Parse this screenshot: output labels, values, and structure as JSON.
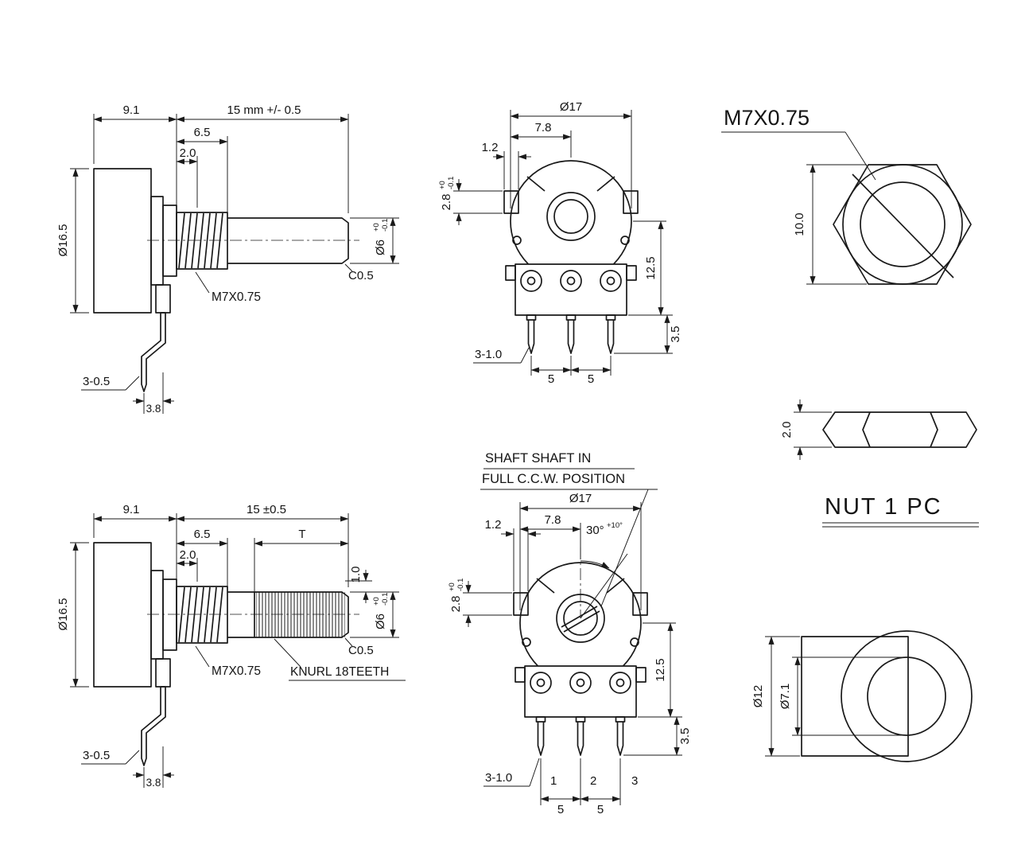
{
  "drawing": {
    "background": "#ffffff",
    "line_color": "#1a1a1a"
  },
  "views": {
    "sidePlain": {
      "d91": "9.1",
      "d15": "15 mm +/- 0.5",
      "d65": "6.5",
      "d20": "2.0",
      "dia165": "Ø16.5",
      "thread": "M7X0.75",
      "c05": "C0.5",
      "dia6": "Ø6",
      "tolPlus": "+0",
      "tolMinus": "-0.1",
      "d305": "3-0.5",
      "d38": "3.8"
    },
    "frontTop": {
      "dia17": "Ø17",
      "d78": "7.8",
      "d12": "1.2",
      "d28": "2.8",
      "tolPlus": "+0",
      "tolMinus": "-0.1",
      "d125": "12.5",
      "d35": "3.5",
      "d310": "3-1.0",
      "d5a": "5",
      "d5b": "5"
    },
    "nutHex": {
      "thread": "M7X0.75",
      "d100": "10.0"
    },
    "nutSide": {
      "d20": "2.0",
      "label": "NUT  1  PC"
    },
    "sideKnurl": {
      "d91": "9.1",
      "d15": "15 ±0.5",
      "d65": "6.5",
      "d20": "2.0",
      "dT": "T",
      "d10": "1.0",
      "dia6": "Ø6",
      "tolPlus": "+0",
      "tolMinus": "-0.1",
      "dia165": "Ø16.5",
      "thread": "M7X0.75",
      "knurl": "KNURL 18TEETH",
      "c05": "C0.5",
      "d305": "3-0.5",
      "d38": "3.8"
    },
    "frontCcw": {
      "note1": "SHAFT SHAFT IN",
      "note2": "FULL C.C.W. POSITION",
      "dia17": "Ø17",
      "d78": "7.8",
      "d12": "1.2",
      "angle": "30°",
      "angleTol": "+10°",
      "d28": "2.8",
      "tolPlus": "+0",
      "tolMinus": "-0.1",
      "d125": "12.5",
      "d35": "3.5",
      "d310": "3-1.0",
      "pin1": "1",
      "pin2": "2",
      "pin3": "3",
      "d5a": "5",
      "d5b": "5"
    },
    "washer": {
      "dia12": "Ø12",
      "dia71": "Ø7.1"
    }
  }
}
